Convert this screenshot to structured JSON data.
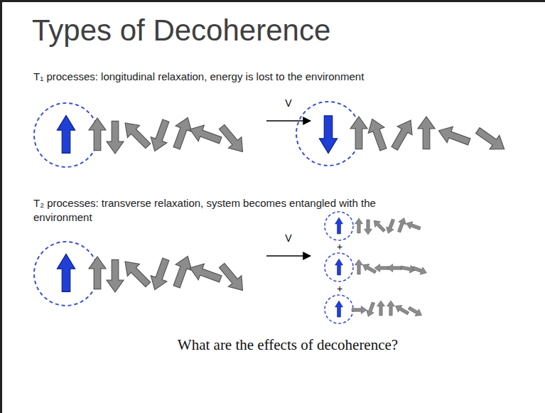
{
  "diagram": {
    "title": "Types of Decoherence",
    "caption": "What are the effects of decoherence?",
    "labels": [
      "T₁ processes: longitudinal relaxation, energy is lost to the environment",
      "V",
      "T₂ processes: transverse relaxation, system becomes entangled with the environment",
      "V",
      "+",
      "+"
    ]
  }
}
